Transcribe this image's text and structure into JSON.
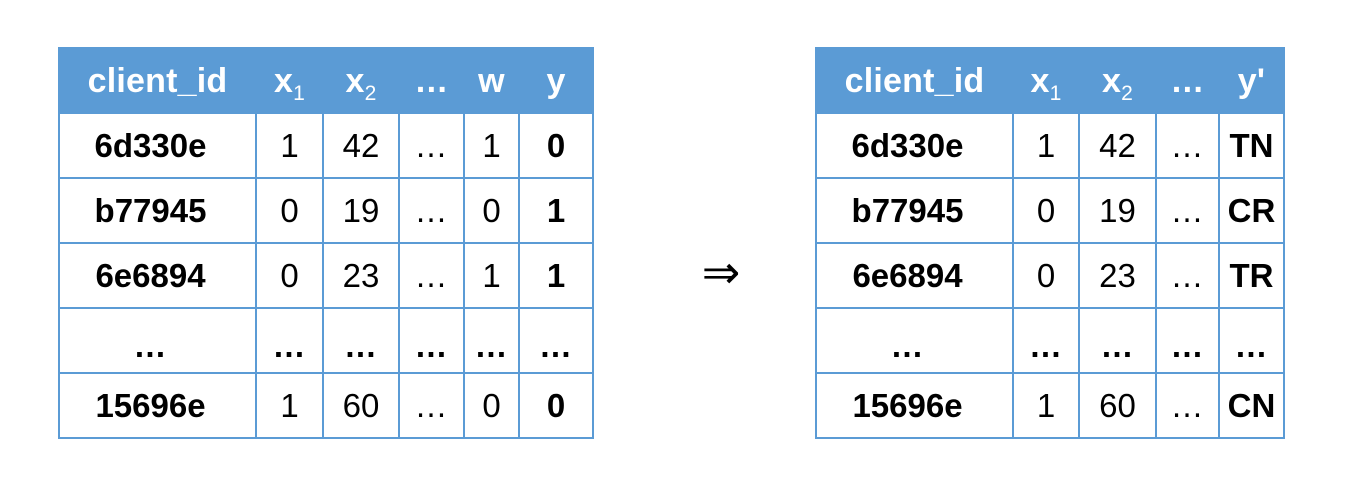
{
  "diagram": {
    "arrow_glyph": "⇒",
    "accent_color": "#5B9BD5",
    "text_color": "#000000",
    "background_color": "#FFFFFF"
  },
  "input_table": {
    "title": "input-feature-table",
    "headers": {
      "client_id": "client_id",
      "x1_base": "x",
      "x1_sub": "1",
      "x2_base": "x",
      "x2_sub": "2",
      "ellipsis": "…",
      "w": "w",
      "y": "y"
    },
    "rows": [
      {
        "client_id": "6d330e",
        "x1": "1",
        "x2": "42",
        "ellipsis": "…",
        "w": "1",
        "y": "0"
      },
      {
        "client_id": "b77945",
        "x1": "0",
        "x2": "19",
        "ellipsis": "…",
        "w": "0",
        "y": "1"
      },
      {
        "client_id": "6e6894",
        "x1": "0",
        "x2": "23",
        "ellipsis": "…",
        "w": "1",
        "y": "1"
      },
      {
        "client_id": "…",
        "x1": "…",
        "x2": "…",
        "ellipsis": "…",
        "w": "…",
        "y": "…"
      },
      {
        "client_id": "15696e",
        "x1": "1",
        "x2": "60",
        "ellipsis": "…",
        "w": "0",
        "y": "0"
      }
    ]
  },
  "output_table": {
    "title": "output-prediction-table",
    "headers": {
      "client_id": "client_id",
      "x1_base": "x",
      "x1_sub": "1",
      "x2_base": "x",
      "x2_sub": "2",
      "ellipsis": "…",
      "y_pred": "y'"
    },
    "rows": [
      {
        "client_id": "6d330e",
        "x1": "1",
        "x2": "42",
        "ellipsis": "…",
        "y_pred": "TN"
      },
      {
        "client_id": "b77945",
        "x1": "0",
        "x2": "19",
        "ellipsis": "…",
        "y_pred": "CR"
      },
      {
        "client_id": "6e6894",
        "x1": "0",
        "x2": "23",
        "ellipsis": "…",
        "y_pred": "TR"
      },
      {
        "client_id": "…",
        "x1": "…",
        "x2": "…",
        "ellipsis": "…",
        "y_pred": "…"
      },
      {
        "client_id": "15696e",
        "x1": "1",
        "x2": "60",
        "ellipsis": "…",
        "y_pred": "CN"
      }
    ]
  }
}
